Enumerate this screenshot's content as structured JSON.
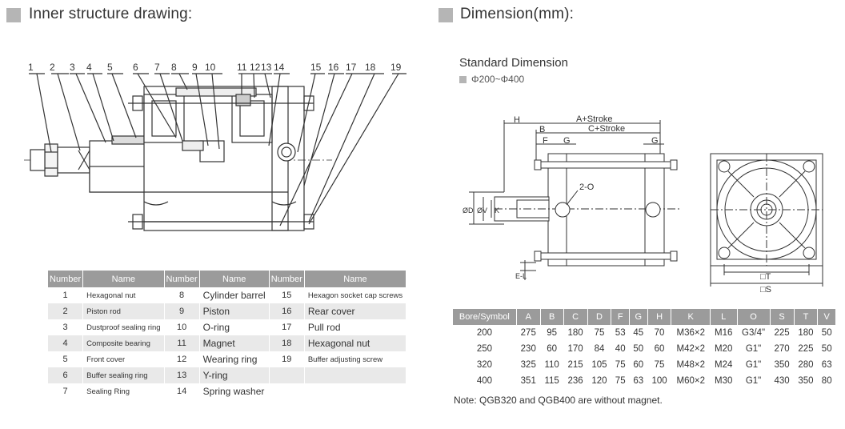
{
  "left_section": {
    "title": "Inner structure drawing:"
  },
  "right_section": {
    "title": "Dimension(mm):",
    "subtitle": "Standard Dimension",
    "bore_range": "Φ200~Φ400"
  },
  "callouts": [
    "1",
    "2",
    "3",
    "4",
    "5",
    "6",
    "7",
    "8",
    "9",
    "10",
    "11",
    "12",
    "13",
    "14",
    "15",
    "16",
    "17",
    "18",
    "19"
  ],
  "drawing_labels": {
    "a_stroke": "A+Stroke",
    "c_stroke": "C+Stroke",
    "h": "H",
    "b": "B",
    "f": "F",
    "g": "G",
    "g2": "G",
    "port": "2-O",
    "phi_d": "ØD",
    "phi_v": "ØV",
    "k": "K",
    "e_l": "E-L",
    "t": "□T",
    "s": "□S"
  },
  "parts_table": {
    "headers": [
      "Number",
      "Name",
      "Number",
      "Name",
      "Number",
      "Name"
    ],
    "rows": [
      [
        "1",
        "Hexagonal nut",
        "8",
        "Cylinder barrel",
        "15",
        "Hexagon socket cap screws"
      ],
      [
        "2",
        "Piston rod",
        "9",
        "Piston",
        "16",
        "Rear cover"
      ],
      [
        "3",
        "Dustproof sealing ring",
        "10",
        "O-ring",
        "17",
        "Pull rod"
      ],
      [
        "4",
        "Composite bearing",
        "11",
        "Magnet",
        "18",
        "Hexagonal nut"
      ],
      [
        "5",
        "Front cover",
        "12",
        "Wearing ring",
        "19",
        "Buffer adjusting screw"
      ],
      [
        "6",
        "Buffer sealing ring",
        "13",
        "Y-ring",
        "",
        ""
      ],
      [
        "7",
        "Sealing Ring",
        "14",
        "Spring washer",
        "",
        ""
      ]
    ]
  },
  "dimension_table": {
    "headers": [
      "Bore/Symbol",
      "A",
      "B",
      "C",
      "D",
      "F",
      "G",
      "H",
      "K",
      "L",
      "O",
      "S",
      "T",
      "V"
    ],
    "rows": [
      [
        "200",
        "275",
        "95",
        "180",
        "75",
        "53",
        "45",
        "70",
        "M36×2",
        "M16",
        "G3/4\"",
        "225",
        "180",
        "50"
      ],
      [
        "250",
        "230",
        "60",
        "170",
        "84",
        "40",
        "50",
        "60",
        "M42×2",
        "M20",
        "G1\"",
        "270",
        "225",
        "50"
      ],
      [
        "320",
        "325",
        "110",
        "215",
        "105",
        "75",
        "60",
        "75",
        "M48×2",
        "M24",
        "G1\"",
        "350",
        "280",
        "63"
      ],
      [
        "400",
        "351",
        "115",
        "236",
        "120",
        "75",
        "63",
        "100",
        "M60×2",
        "M30",
        "G1\"",
        "430",
        "350",
        "80"
      ]
    ]
  },
  "note": "Note: QGB320 and QGB400 are without magnet.",
  "colors": {
    "header_bg": "#9b9b9b",
    "stripe": "#e9e9e9",
    "bullet": "#b5b5b5",
    "line": "#333333"
  }
}
